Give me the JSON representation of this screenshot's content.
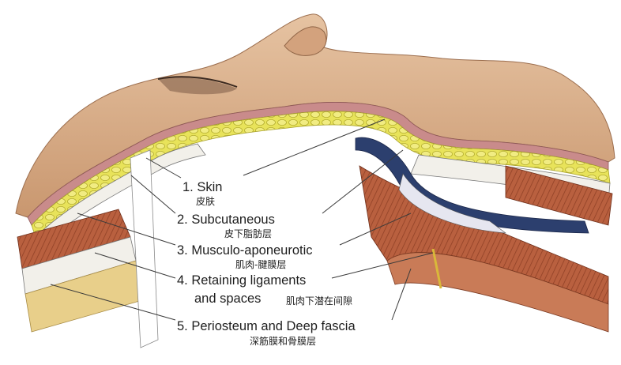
{
  "diagram": {
    "layers": [
      {
        "id": "skin",
        "number": "1.",
        "label_en": "Skin",
        "label_zh": "皮肤"
      },
      {
        "id": "subcutaneous",
        "number": "2.",
        "label_en": "Subcutaneous",
        "label_zh": "皮下脂肪层"
      },
      {
        "id": "smas",
        "number": "3.",
        "label_en": "Musculo-aponeurotic",
        "label_zh": "肌肉-腱膜层"
      },
      {
        "id": "retaining",
        "number": "4.",
        "label_en": "Retaining ligaments",
        "label_en_line2": "and spaces",
        "label_zh": "肌肉下潜在间隙"
      },
      {
        "id": "periosteum",
        "number": "5.",
        "label_en": "Periosteum and Deep fascia",
        "label_zh": "深筋膜和骨膜层"
      }
    ],
    "colors": {
      "skin_surface": "#d9b08e",
      "dermis": "#c98b8b",
      "fat": "#e8e35a",
      "muscle": "#b9603f",
      "fascia": "#f2f0ea",
      "deep_fascia_blue": "#2c3f6e",
      "bone": "#e8cf8a"
    }
  }
}
